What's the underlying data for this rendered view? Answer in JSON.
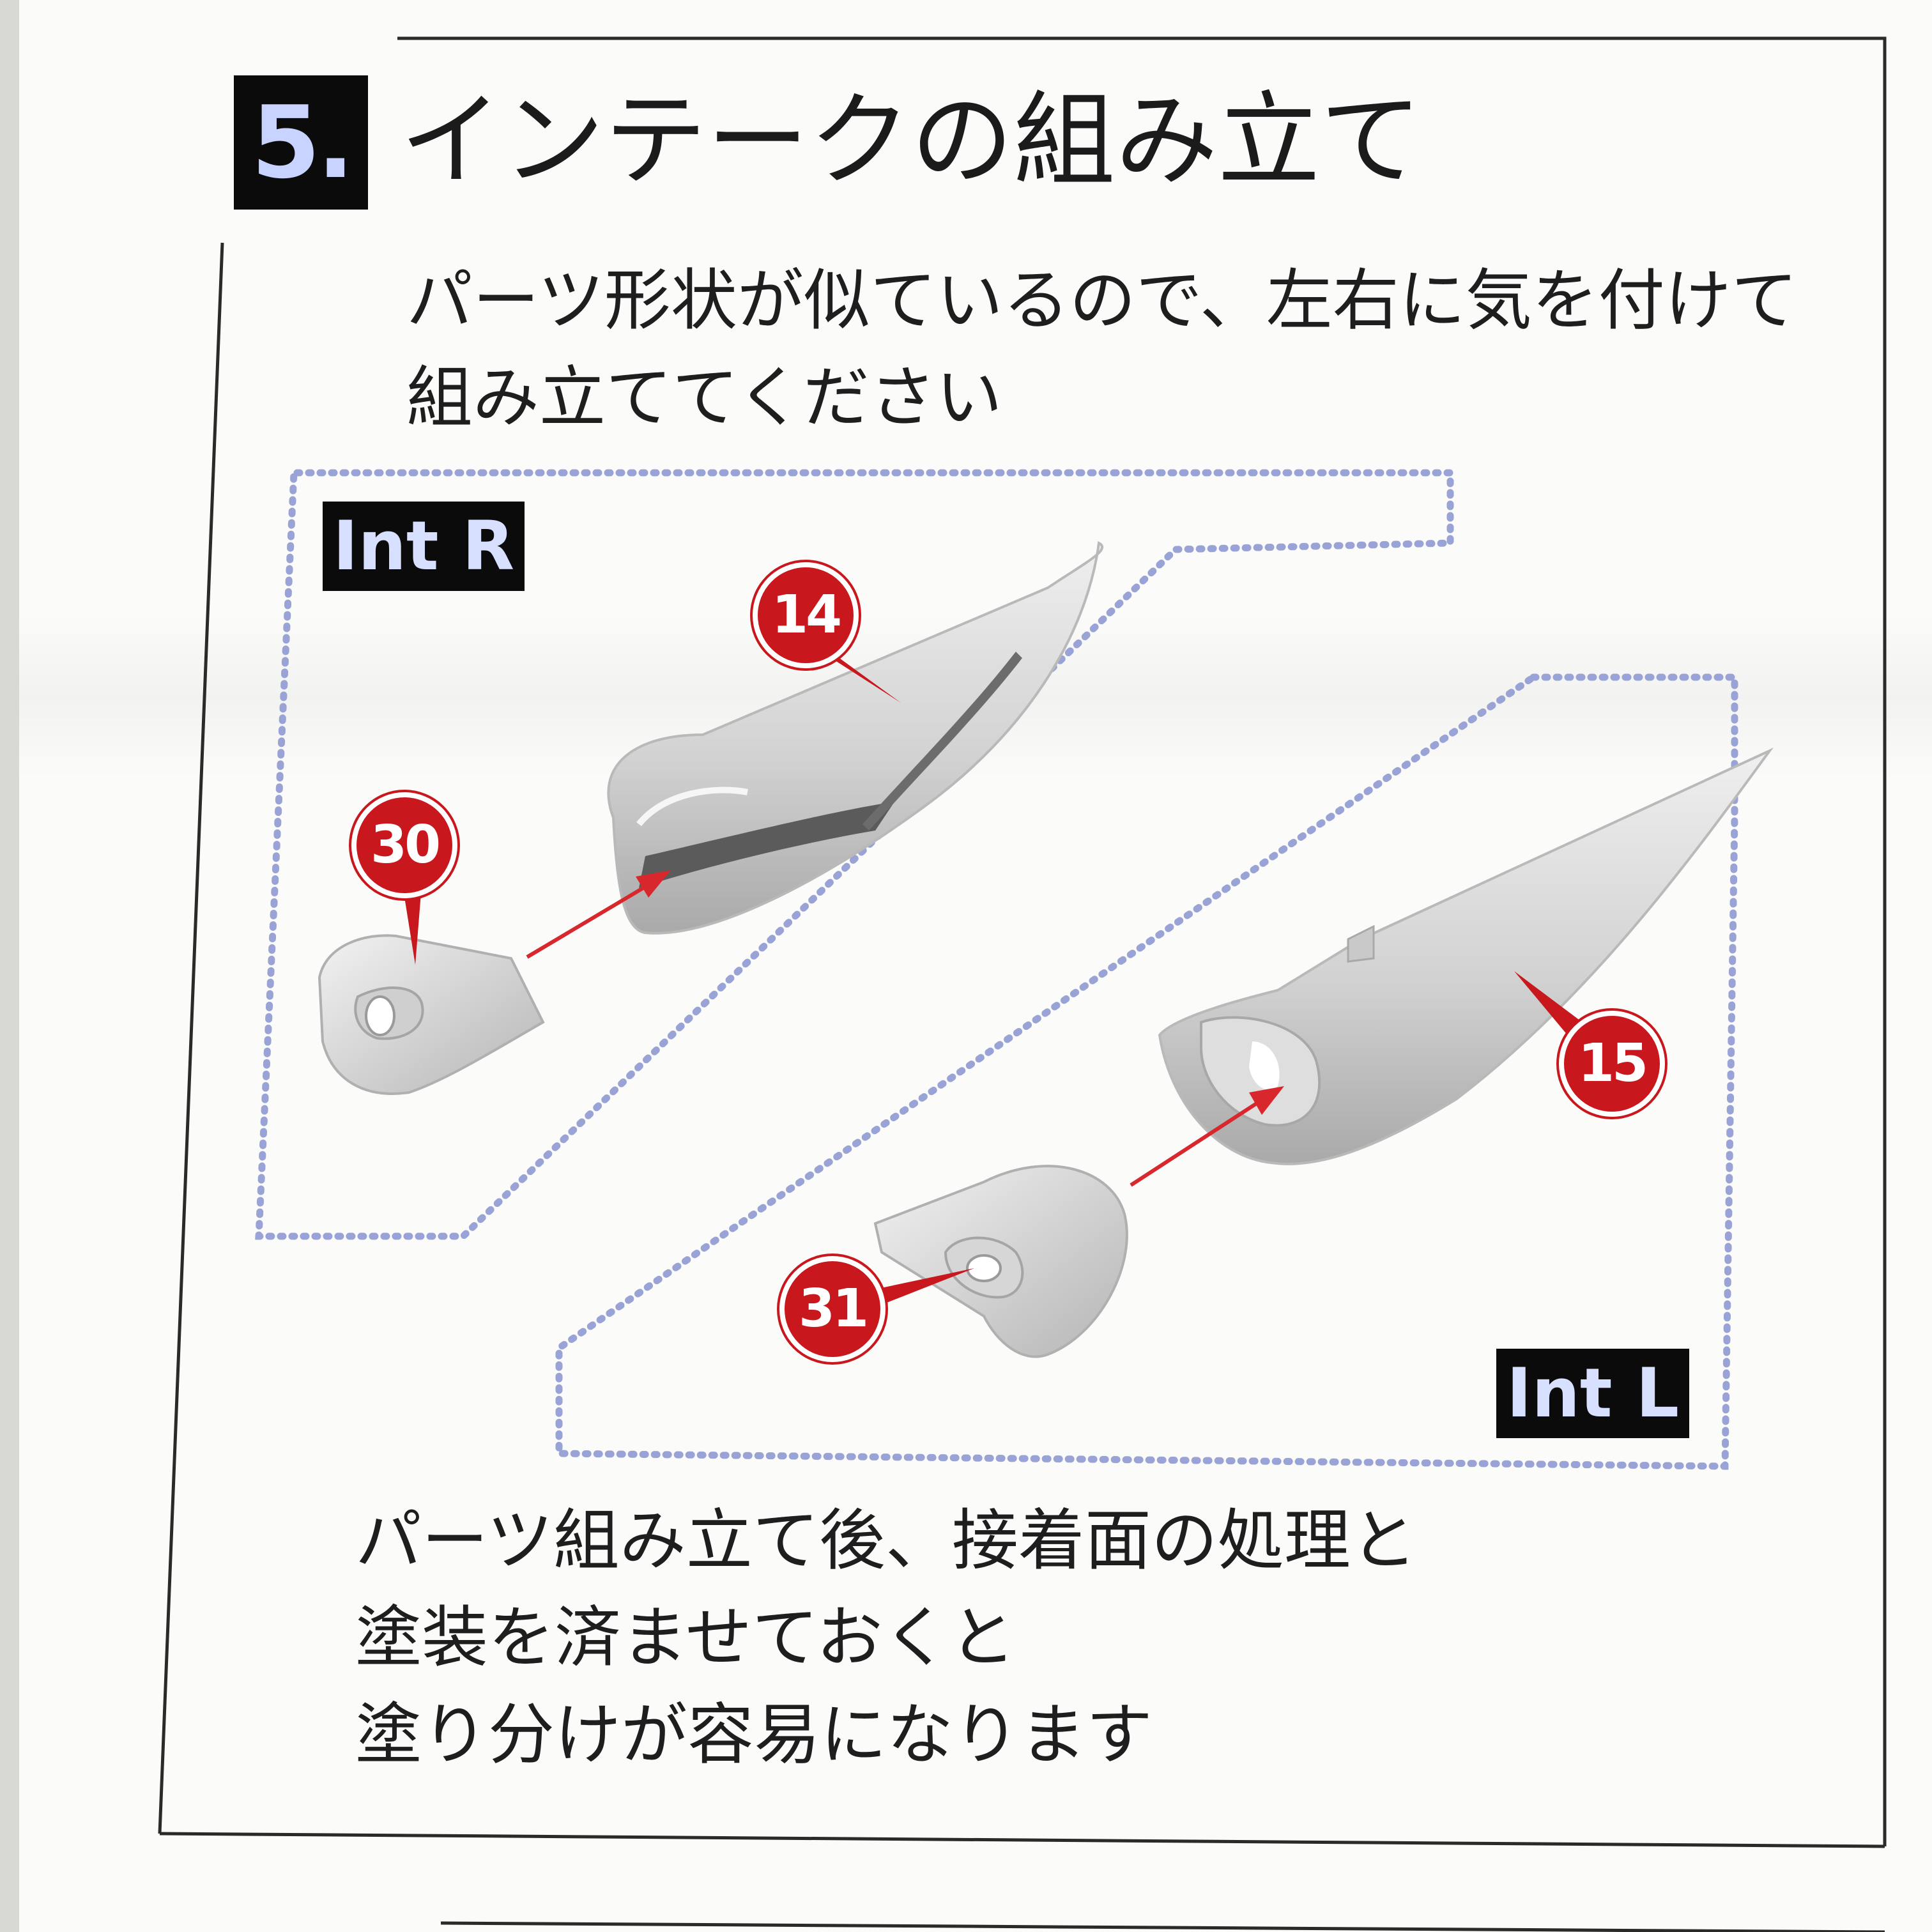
{
  "step": {
    "number": "5.",
    "title": "インテークの組み立て"
  },
  "note_top": {
    "line1": "パーツ形状が似ているので、左右に気を付けて",
    "line2": "組み立ててください"
  },
  "groups": {
    "right": {
      "label": "Int R"
    },
    "left": {
      "label": "Int L"
    }
  },
  "parts": {
    "p14": "14",
    "p30": "30",
    "p15": "15",
    "p31": "31"
  },
  "note_bottom": {
    "line1": "パーツ組み立て後、接着面の処理と",
    "line2": "塗装を済ませておくと",
    "line3": "塗り分けが容易になります"
  },
  "colors": {
    "callout": "#c8171d",
    "dotted_outline": "#9aa3d6",
    "part_gray": "#d3d3d3"
  }
}
